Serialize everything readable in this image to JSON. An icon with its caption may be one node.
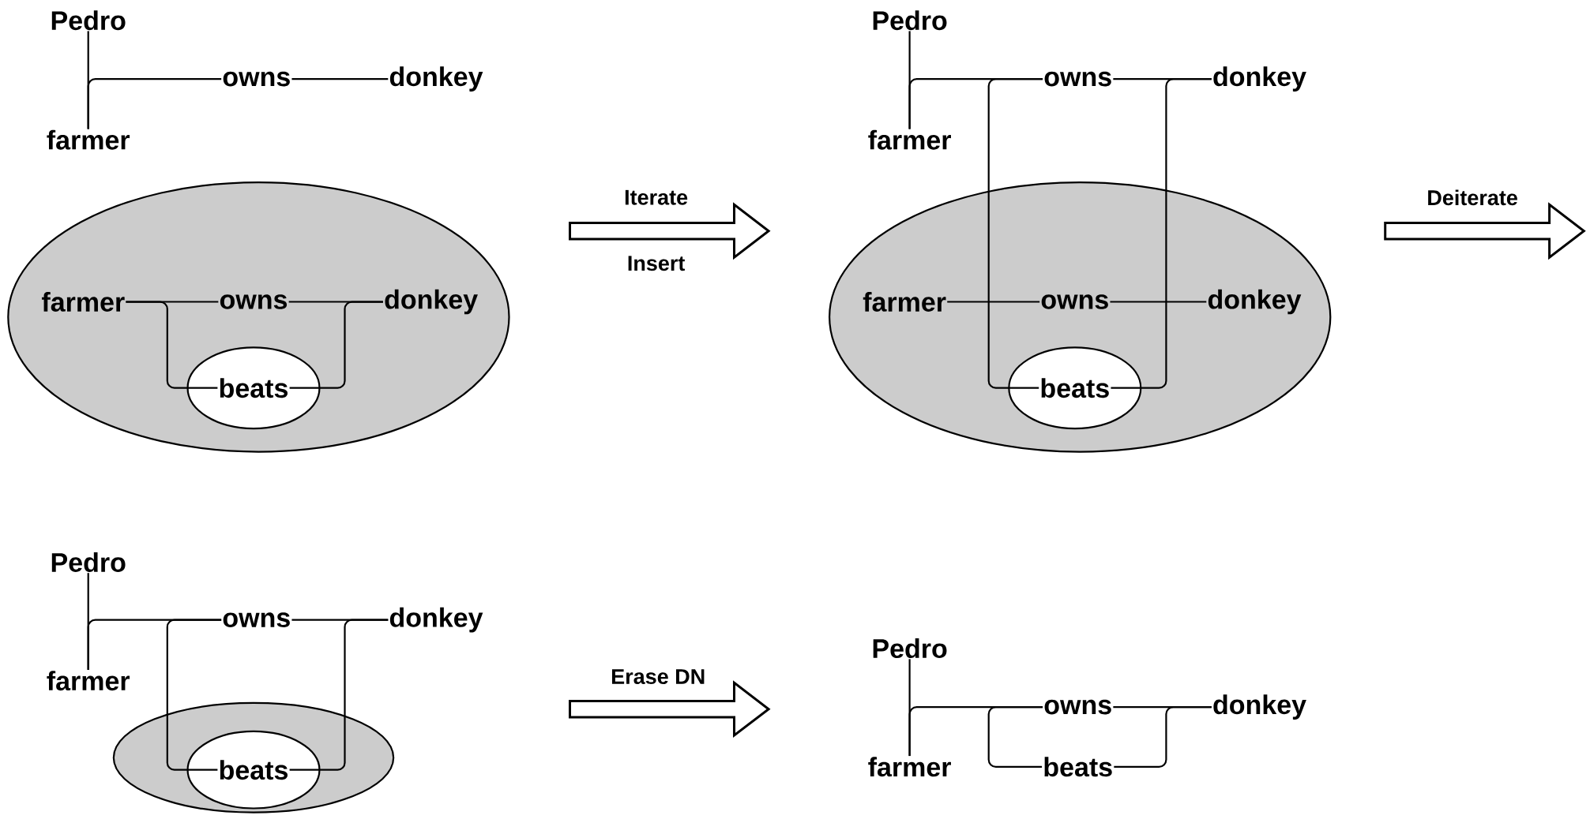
{
  "diagram": {
    "nodes": [
      {
        "text": [
          "Pedro"
        ]
      },
      {
        "text": [
          "farmer"
        ]
      },
      {
        "text": [
          "owns"
        ]
      },
      {
        "text": [
          "donkey"
        ]
      },
      {
        "text": [],
        "shape": "ellipse"
      },
      {
        "text": [
          "farmer"
        ],
        "in": 4
      },
      {
        "text": [
          "owns"
        ],
        "in": 4
      },
      {
        "text": [
          "donkey"
        ],
        "in": 4
      },
      {
        "text": [],
        "shape": "ellipse",
        "in": 4
      },
      {
        "text": [
          "beats"
        ],
        "in": 8
      },
      {
        "text": [
          "Pedro"
        ]
      },
      {
        "text": [
          "farmer"
        ]
      },
      {
        "text": [
          "owns"
        ]
      },
      {
        "text": [
          "donkey"
        ]
      },
      {
        "text": [],
        "shape": "ellipse"
      },
      {
        "text": [
          "farmer"
        ],
        "in": 14
      },
      {
        "text": [
          "owns"
        ],
        "in": 14
      },
      {
        "text": [
          "donkey"
        ],
        "in": 14
      },
      {
        "text": [],
        "shape": "ellipse",
        "in": 14
      },
      {
        "text": [
          "beats"
        ],
        "in": 18
      },
      {
        "text": [
          "Pedro"
        ]
      },
      {
        "text": [
          "farmer"
        ]
      },
      {
        "text": [
          "owns"
        ]
      },
      {
        "text": [
          "donkey"
        ]
      },
      {
        "text": [],
        "shape": "ellipse"
      },
      {
        "text": [],
        "shape": "ellipse",
        "in": 24
      },
      {
        "text": [
          "beats"
        ],
        "in": 25
      },
      {
        "text": [
          "Pedro"
        ]
      },
      {
        "text": [
          "farmer"
        ]
      },
      {
        "text": [
          "owns"
        ]
      },
      {
        "text": [
          "donkey"
        ]
      },
      {
        "text": [
          "beats"
        ]
      }
    ],
    "edges": [
      {
        "from": 0,
        "to": 1,
        "arrow": "none"
      },
      {
        "from": 1,
        "to": 2,
        "arrow": "none"
      },
      {
        "from": 2,
        "to": 3,
        "arrow": "none"
      },
      {
        "from": 5,
        "to": 6,
        "arrow": "none"
      },
      {
        "from": 6,
        "to": 7,
        "arrow": "none"
      },
      {
        "from": 5,
        "to": 9,
        "arrow": "none"
      },
      {
        "from": 7,
        "to": 9,
        "arrow": "none"
      },
      {
        "from": 10,
        "to": 11,
        "arrow": "none"
      },
      {
        "from": 11,
        "to": 12,
        "arrow": "none"
      },
      {
        "from": 12,
        "to": 13,
        "arrow": "none"
      },
      {
        "from": 15,
        "to": 16,
        "arrow": "none"
      },
      {
        "from": 16,
        "to": 17,
        "arrow": "none"
      },
      {
        "from": 12,
        "to": 19,
        "arrow": "none"
      },
      {
        "from": 13,
        "to": 19,
        "arrow": "none"
      },
      {
        "from": 20,
        "to": 21,
        "arrow": "none"
      },
      {
        "from": 21,
        "to": 22,
        "arrow": "none"
      },
      {
        "from": 22,
        "to": 23,
        "arrow": "none"
      },
      {
        "from": 22,
        "to": 26,
        "arrow": "none"
      },
      {
        "from": 23,
        "to": 26,
        "arrow": "none"
      },
      {
        "from": 27,
        "to": 28,
        "arrow": "none"
      },
      {
        "from": 28,
        "to": 29,
        "arrow": "none"
      },
      {
        "from": 29,
        "to": 30,
        "arrow": "none"
      },
      {
        "from": 29,
        "to": 31,
        "arrow": "none"
      },
      {
        "from": 30,
        "to": 31,
        "arrow": "none"
      }
    ],
    "labels": [
      "Iterate",
      "Insert",
      "Deiterate",
      "Erase DN"
    ]
  }
}
